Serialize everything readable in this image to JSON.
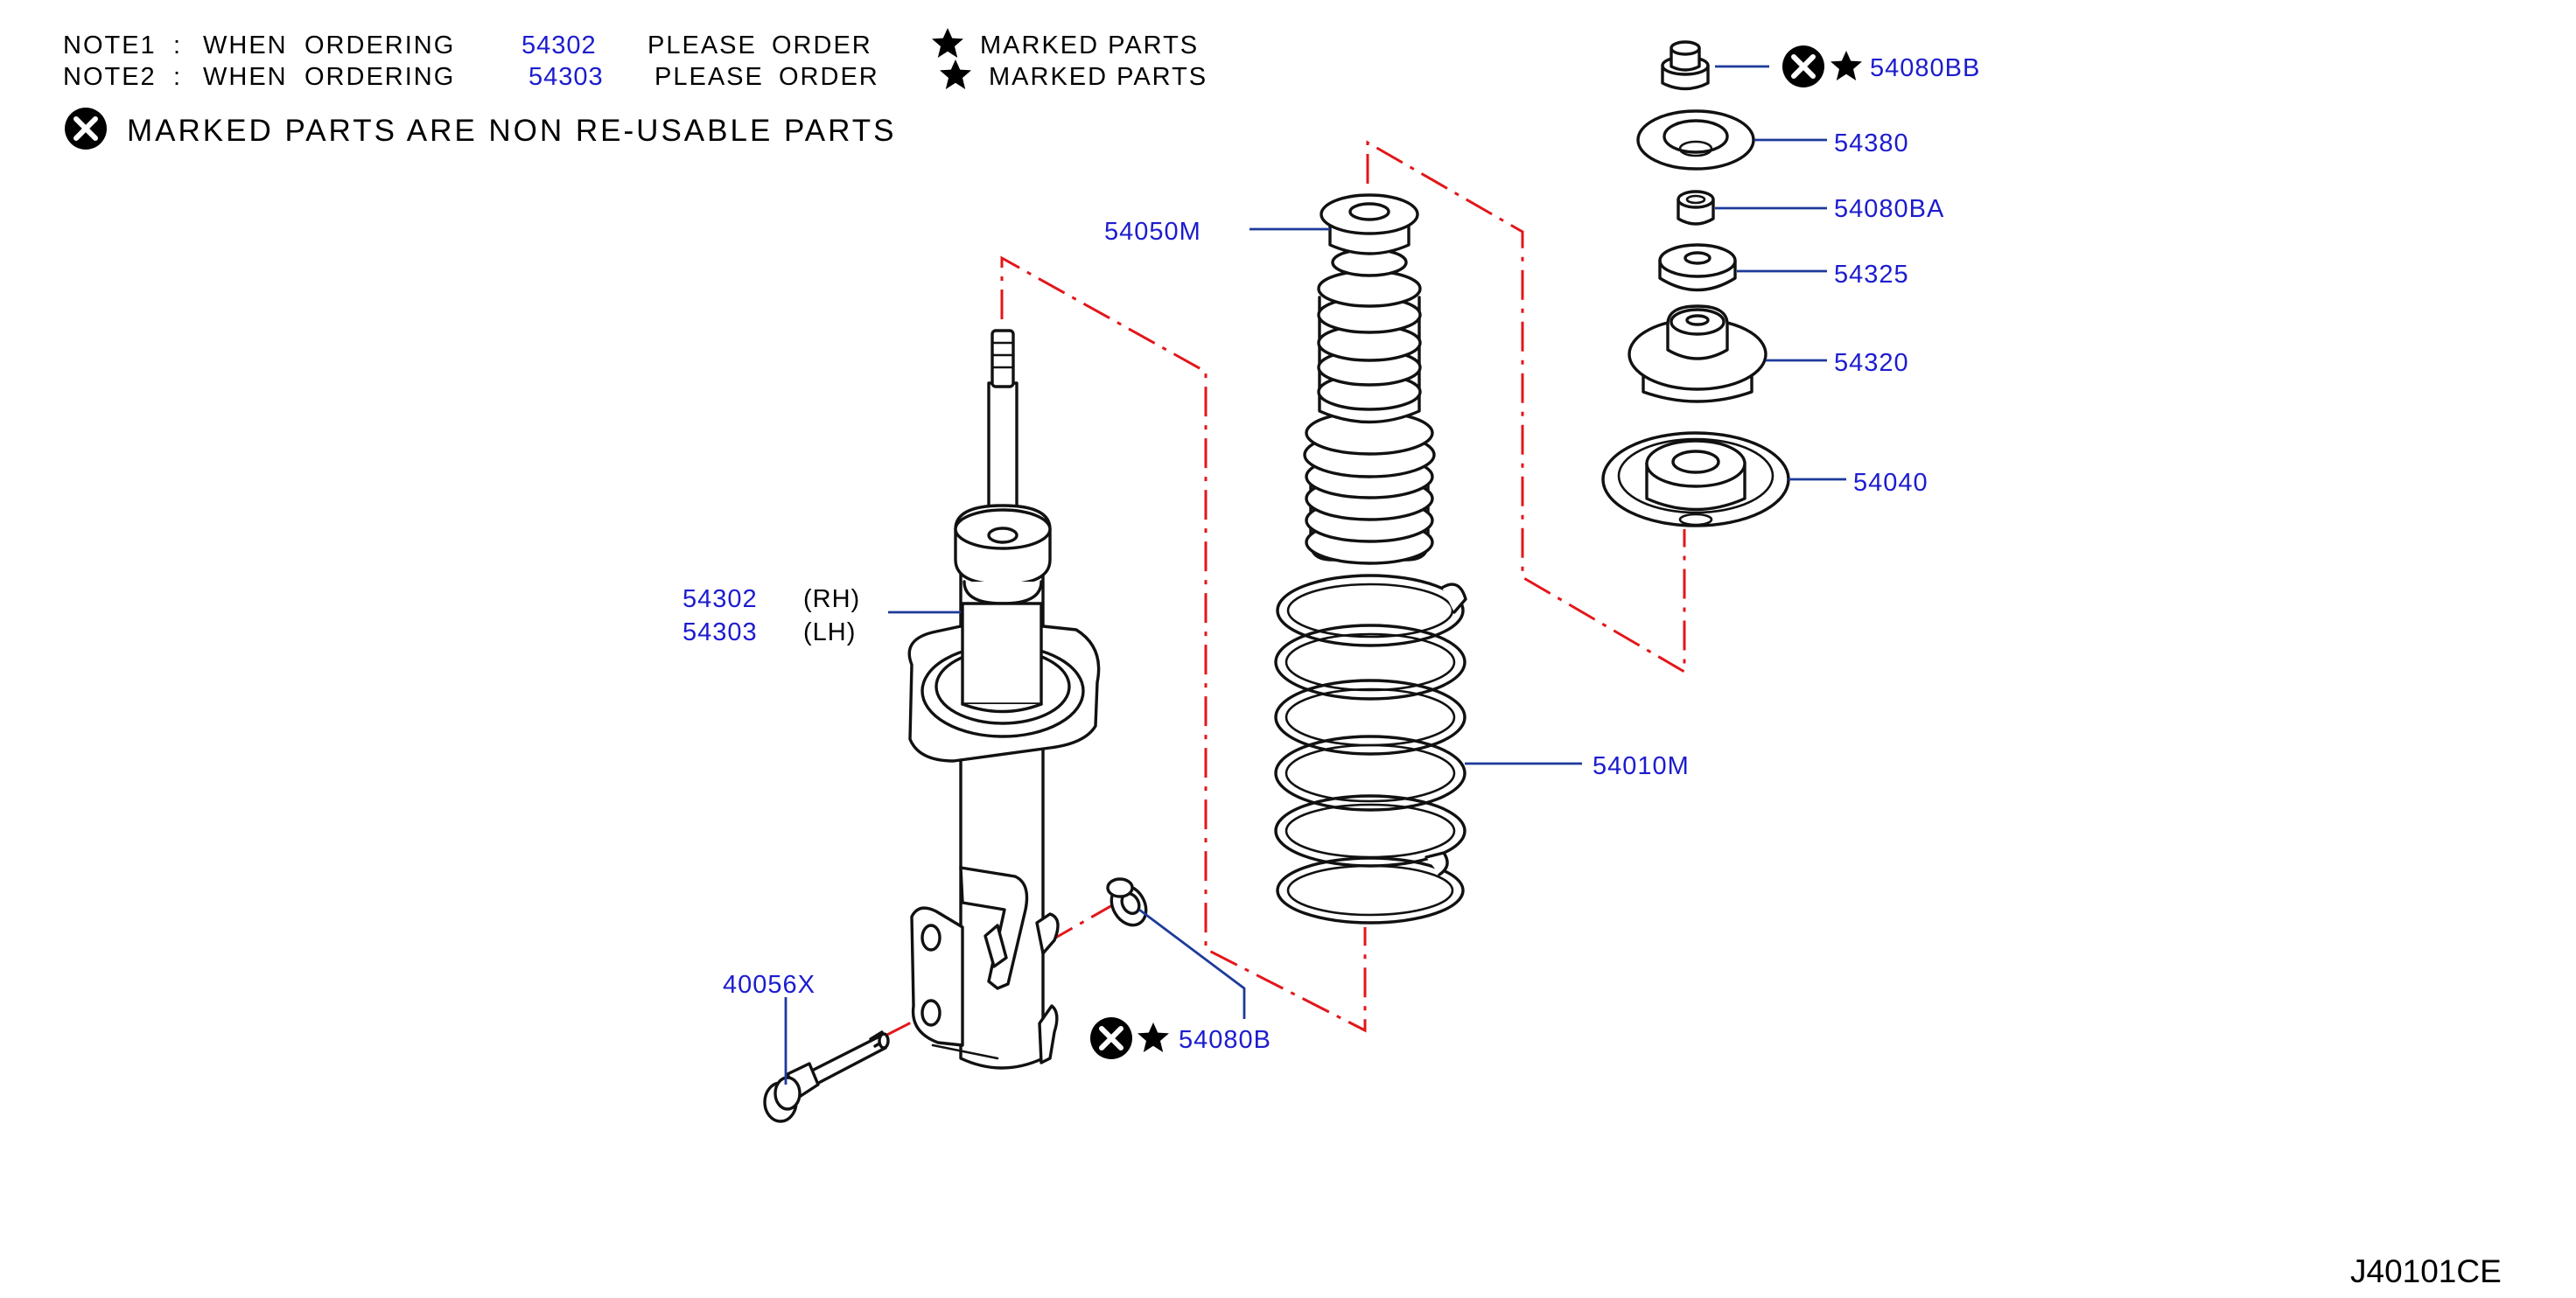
{
  "notes": {
    "note1": {
      "label": "NOTE1",
      "sep": ":",
      "text1": "WHEN",
      "text2": "ORDERING",
      "part": "54302",
      "text3": "PLEASE",
      "text4": "ORDER",
      "suffix": "MARKED  PARTS"
    },
    "note2": {
      "label": "NOTE2",
      "sep": ":",
      "text1": "WHEN",
      "text2": "ORDERING",
      "part": "54303",
      "text3": "PLEASE",
      "text4": "ORDER",
      "suffix": "MARKED  PARTS"
    },
    "nonreusable": "MARKED  PARTS  ARE  NON  RE-USABLE  PARTS"
  },
  "callouts": {
    "p54080BB": "54080BB",
    "p54380": "54380",
    "p54080BA": "54080BA",
    "p54325": "54325",
    "p54320": "54320",
    "p54040": "54040",
    "p54050M": "54050M",
    "p54302": "54302",
    "p54302_side": "(RH)",
    "p54303": "54303",
    "p54303_side": "(LH)",
    "p54010M": "54010M",
    "p40056X": "40056X",
    "p54080B": "54080B"
  },
  "diagram_ref": "J40101CE",
  "colors": {
    "part_number": "#1c1ccf",
    "leader": "#1d3a9a",
    "assembly_line": "#e3161a",
    "ink": "#111111"
  },
  "icons": [
    "star-icon",
    "non-reusable-icon"
  ]
}
